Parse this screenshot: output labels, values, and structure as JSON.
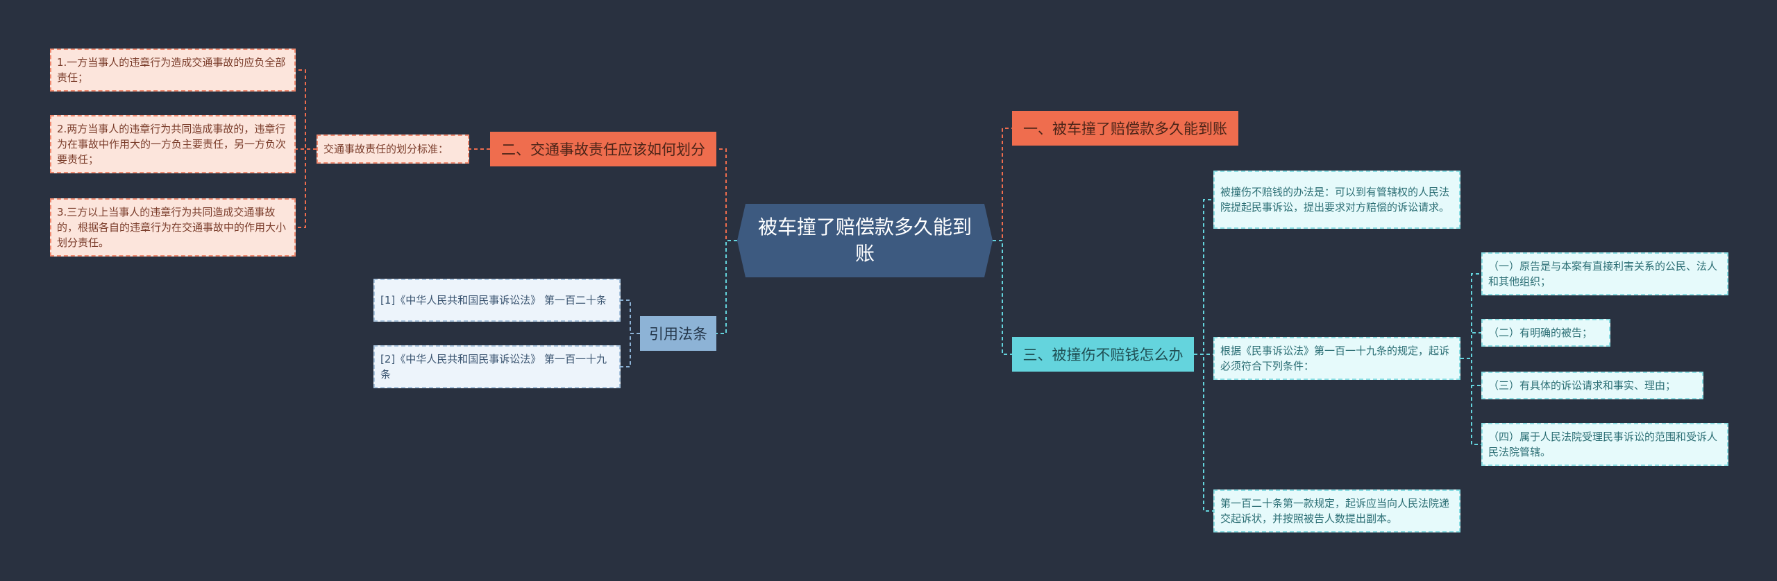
{
  "center": "被车撞了赔偿款多久能到账",
  "branches": {
    "b1": "一、被车撞了赔偿款多久能到账",
    "b2": "二、交通事故责任应该如何划分",
    "b3": "三、被撞伤不赔钱怎么办",
    "b4": "引用法条"
  },
  "responsibility": {
    "label": "交通事故责任的划分标准：",
    "items": [
      "1.一方当事人的违章行为造成交通事故的应负全部责任；",
      "2.两方当事人的违章行为共同造成事故的，违章行为在事故中作用大的一方负主要责任，另一方负次要责任；",
      "3.三方以上当事人的违章行为共同造成交通事故的，根据各自的违章行为在交通事故中的作用大小划分责任。"
    ]
  },
  "laws": [
    "[1]《中华人民共和国民事诉讼法》 第一百二十条",
    "[2]《中华人民共和国民事诉讼法》 第一百一十九条"
  ],
  "injured": {
    "way": "被撞伤不赔钱的办法是：可以到有管辖权的人民法院提起民事诉讼，提出要求对方赔偿的诉讼请求。",
    "article119": "根据《民事诉讼法》第一百一十九条的规定，起诉必须符合下列条件：",
    "conditions": [
      "（一）原告是与本案有直接利害关系的公民、法人和其他组织；",
      "（二）有明确的被告；",
      "（三）有具体的诉讼请求和事实、理由；",
      "（四）属于人民法院受理民事诉讼的范围和受诉人民法院管辖。"
    ],
    "article120": "第一百二十条第一款规定，起诉应当向人民法院递交起诉状，并按照被告人数提出副本。"
  },
  "colors": {
    "background": "#293140",
    "center": "#3d5a80",
    "red": "#ef6d4e",
    "blue": "#8db3d6",
    "cyan": "#64d4dd"
  }
}
